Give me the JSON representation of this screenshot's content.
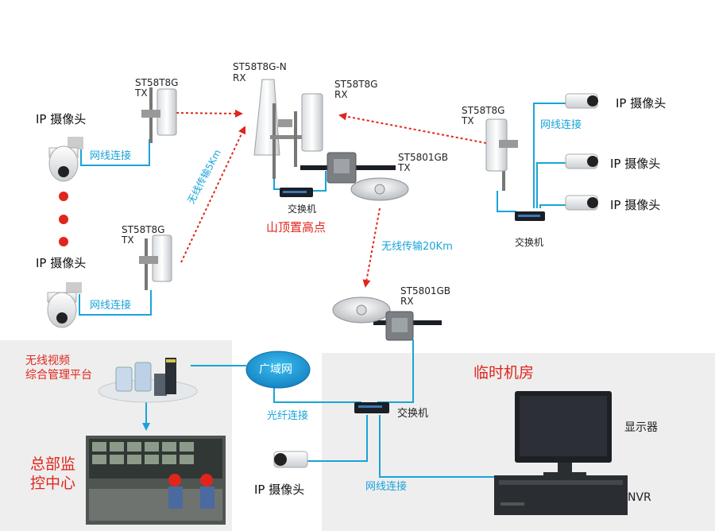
{
  "devices": {
    "tx_top_left": {
      "model": "ST58T8G",
      "role": "TX"
    },
    "tx_bottom_left": {
      "model": "ST58T8G",
      "role": "TX"
    },
    "rx_center": {
      "model": "ST58T8G-N",
      "role": "RX"
    },
    "rx_center_right": {
      "model": "ST58T8G",
      "role": "RX"
    },
    "tx_right": {
      "model": "ST58T8G",
      "role": "TX"
    },
    "tx_dish": {
      "model": "ST5801GB",
      "role": "TX"
    },
    "rx_dish": {
      "model": "ST5801GB",
      "role": "RX"
    }
  },
  "labels": {
    "ip_camera": "IP 摄像头",
    "network_cable": "网线连接",
    "wireless_5km": "无线传输5Km",
    "wireless_20km": "无线传输20Km",
    "switch": "交换机",
    "hilltop": "山顶置高点",
    "platform": "无线视频\n综合管理平台",
    "wan": "广域网",
    "fiber": "光纤连接",
    "temp_room": "临时机房",
    "hq": "总部监\n控中心",
    "monitor": "显示器",
    "nvr": "NVR"
  },
  "colors": {
    "wireless_link": "#e0261c",
    "cable": "#1aa3d9",
    "panel_bg": "#eeeeee",
    "cloud": "#1aa3d9"
  }
}
